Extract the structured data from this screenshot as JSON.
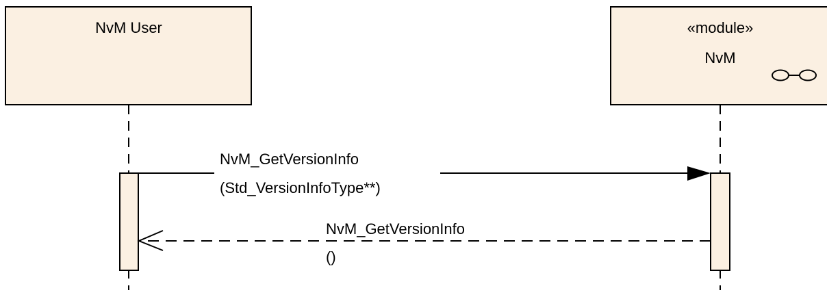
{
  "colors": {
    "box_fill": "#FBF0E2",
    "line": "#000000",
    "background": "#FFFFFF"
  },
  "participants": [
    {
      "name": "NvM User",
      "stereotype": ""
    },
    {
      "name": "NvM",
      "stereotype": "«module»",
      "icon": "component-instance-icon"
    }
  ],
  "messages": [
    {
      "kind": "synchronous-call",
      "label_line1": "NvM_GetVersionInfo",
      "label_line2": "(Std_VersionInfoType**)"
    },
    {
      "kind": "return",
      "label_line1": "NvM_GetVersionInfo",
      "label_line2": "()"
    }
  ]
}
